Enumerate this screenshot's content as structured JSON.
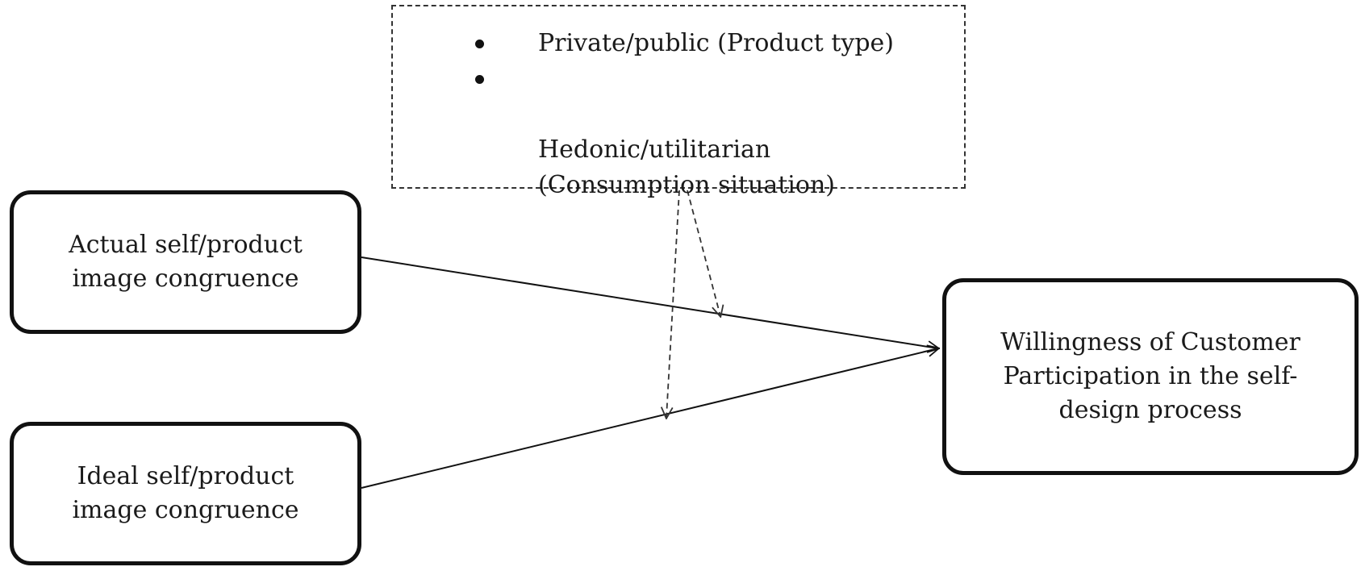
{
  "moderator": {
    "items": [
      {
        "text": "Private/public (Product type)"
      },
      {
        "text": "Hedonic/utilitarian\n(Consumption situation)"
      }
    ]
  },
  "inputs": {
    "actual": "Actual self/product\nimage congruence",
    "ideal": "Ideal self/product\nimage congruence"
  },
  "outcome": {
    "label": "Willingness  of Customer\nParticipation in the self-\ndesign process"
  }
}
